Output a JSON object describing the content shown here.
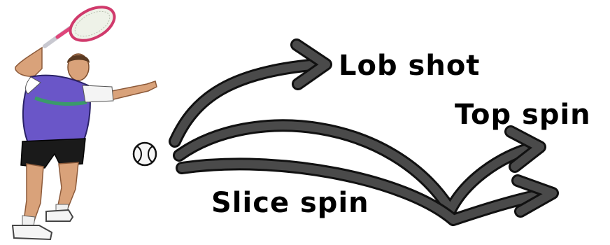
{
  "labels": {
    "lob": "Lob shot",
    "top": "Top spin",
    "slice": "Slice spin"
  },
  "colors": {
    "arrow_fill": "#4a4a4a",
    "arrow_outline": "#111111",
    "shirt": "#6a56c8",
    "shorts": "#1a1a1a",
    "skin": "#d9a27a",
    "racket_frame": "#e0457a"
  },
  "icons": {
    "player": "tennis-player-illustration",
    "ball": "tennis-ball-icon"
  }
}
